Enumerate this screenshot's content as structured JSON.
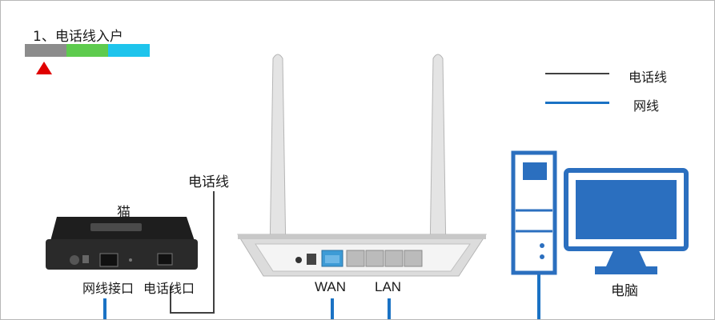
{
  "step": {
    "title": "1、电话线入户",
    "bar_colors": [
      "#8c8c8c",
      "#5ecb4e",
      "#1ec4ec"
    ],
    "marker_color": "#e00000"
  },
  "legend": {
    "phone_line_text": "电话线",
    "phone_line_color": "#404040",
    "network_line_text": "网线",
    "network_line_color": "#1a72c4"
  },
  "labels": {
    "phone_line": "电话线",
    "modem": "猫",
    "modem_lan_port": "网线接口",
    "modem_phone_port": "电话线口",
    "router_wan": "WAN",
    "router_lan": "LAN",
    "computer": "电脑"
  },
  "colors": {
    "network_blue": "#1a72c4",
    "wan_port": "#3d9bd6",
    "pc_blue": "#2b6fbf",
    "modem_body": "#2a2a2a"
  }
}
